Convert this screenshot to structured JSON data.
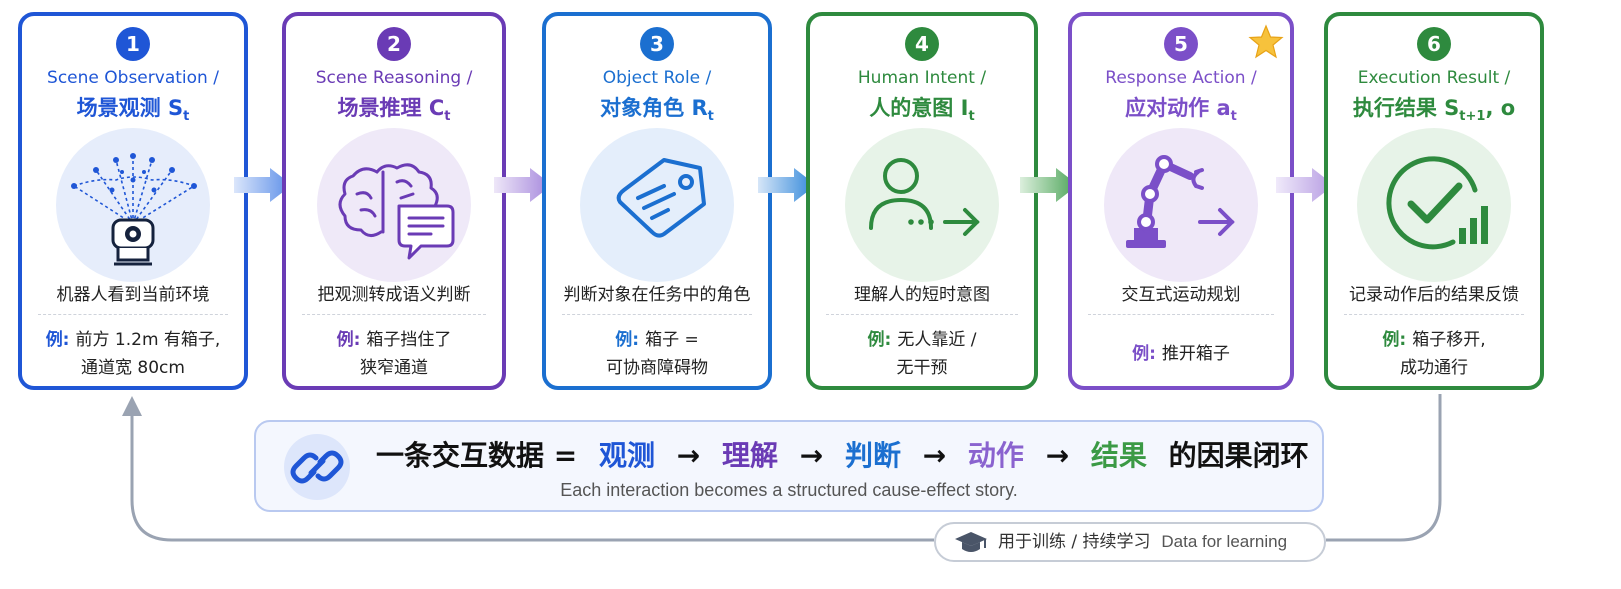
{
  "steps": [
    {
      "num": "1",
      "title_en": "Scene Observation /",
      "title_cn": "场景观测",
      "sym": "S",
      "sub": "t",
      "desc": "机器人看到当前环境",
      "ex_label": "例:",
      "ex_lines": [
        "前方 1.2m 有箱子,",
        "通道宽 80cm"
      ],
      "color": "#1f56d6",
      "icon": "robot-sensor-icon"
    },
    {
      "num": "2",
      "title_en": "Scene Reasoning /",
      "title_cn": "场景推理",
      "sym": "C",
      "sub": "t",
      "desc": "把观测转成语义判断",
      "ex_label": "例:",
      "ex_lines": [
        "箱子挡住了",
        "狭窄通道"
      ],
      "color": "#6a3bb5",
      "icon": "brain-chat-icon"
    },
    {
      "num": "3",
      "title_en": "Object Role /",
      "title_cn": "对象角色",
      "sym": "R",
      "sub": "t",
      "desc": "判断对象在任务中的角色",
      "ex_label": "例:",
      "ex_lines": [
        "箱子 =",
        "可协商障碍物"
      ],
      "color": "#1b6fd0",
      "icon": "tag-icon"
    },
    {
      "num": "4",
      "title_en": "Human Intent /",
      "title_cn": "人的意图",
      "sym": "I",
      "sub": "t",
      "desc": "理解人的短时意图",
      "ex_label": "例:",
      "ex_lines": [
        "无人靠近 /",
        "无干预"
      ],
      "color": "#2e8a3e",
      "icon": "person-arrow-icon"
    },
    {
      "num": "5",
      "title_en": "Response Action /",
      "title_cn": "应对动作",
      "sym": "a",
      "sub": "t",
      "desc": "交互式运动规划",
      "ex_label": "例:",
      "ex_lines": [
        "推开箱子"
      ],
      "color": "#7b4fc8",
      "icon": "robot-arm-icon"
    },
    {
      "num": "6",
      "title_en": "Execution Result /",
      "title_cn": "执行结果",
      "sym": "S",
      "sub": "t+1",
      "sym_tail": ", o",
      "desc": "记录动作后的结果反馈",
      "ex_label": "例:",
      "ex_lines": [
        "箱子移开,",
        "成功通行"
      ],
      "color": "#2e8a3e",
      "icon": "check-chart-icon"
    }
  ],
  "summary": {
    "lead": "一条交互数据 =",
    "chain": [
      {
        "text": "观测",
        "color": "#1f56d6"
      },
      {
        "text": "理解",
        "color": "#6a3bb5"
      },
      {
        "text": "判断",
        "color": "#1b6fd0"
      },
      {
        "text": "动作",
        "color": "#8a63cf"
      },
      {
        "text": "结果",
        "color": "#3b9a45"
      }
    ],
    "arrow": "→",
    "tail": "的因果闭环",
    "subtitle": "Each interaction becomes a structured cause-effect story."
  },
  "feedback": {
    "label": "用于训练 / 持续学习",
    "label_en": "Data for learning"
  },
  "colors": {
    "loop": "#9aa3b2",
    "summary_border": "#b9c9f0"
  }
}
